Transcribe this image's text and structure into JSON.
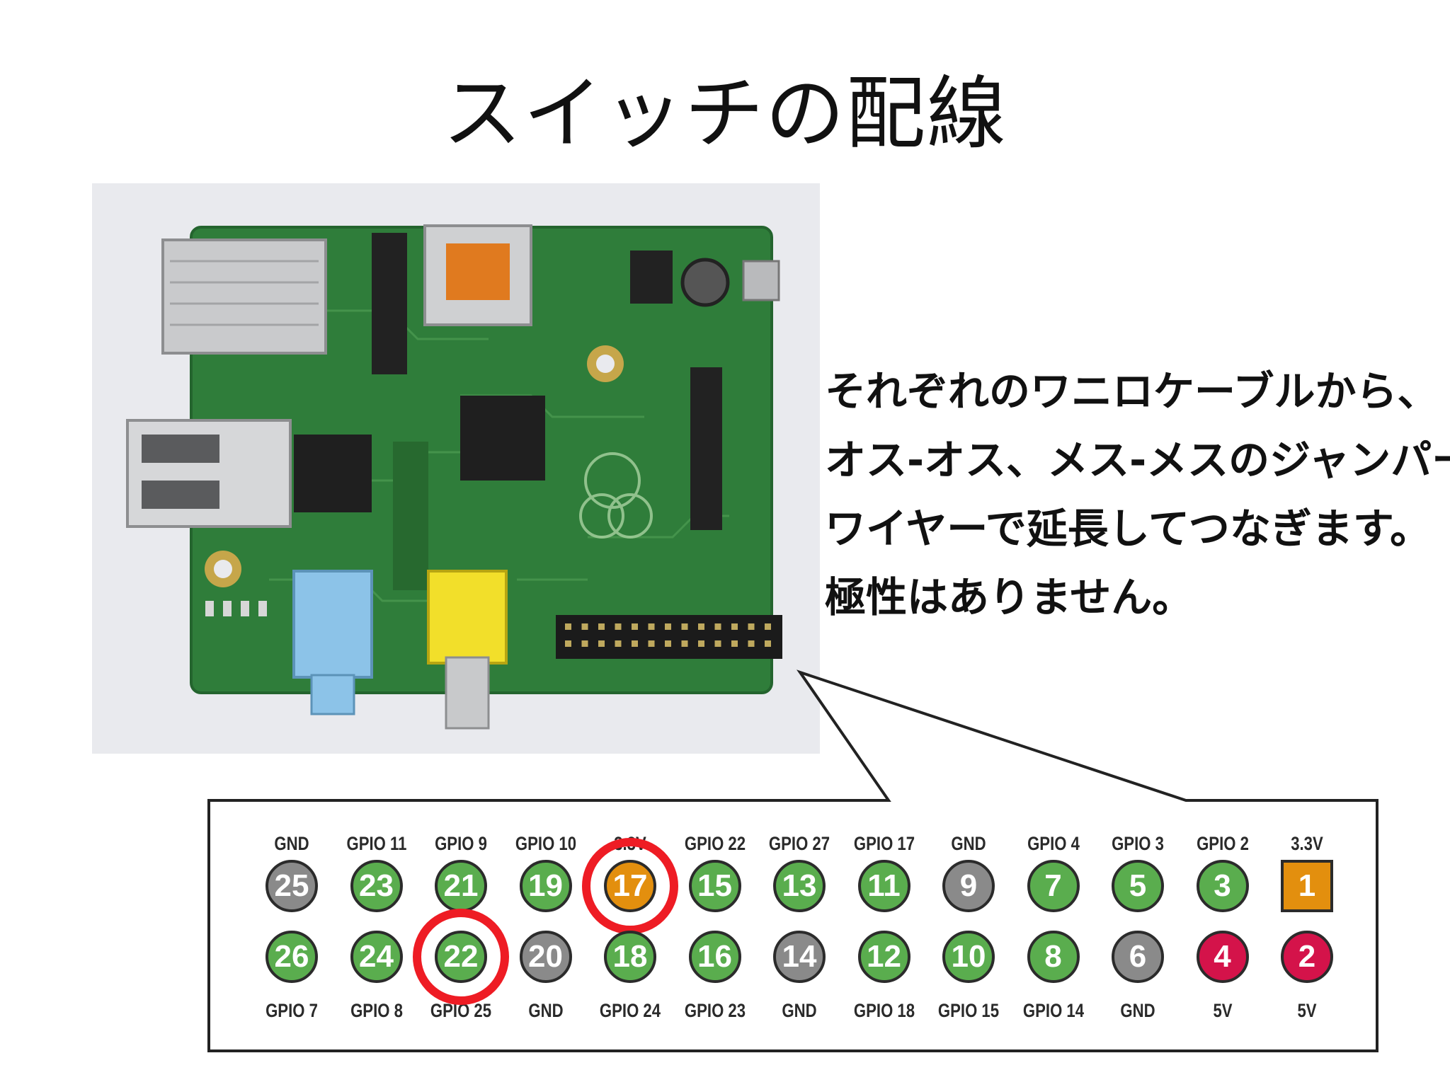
{
  "title": "スイッチの配線",
  "callout_lines": [
    "それぞれのワニロケーブルから、",
    "オス-オス、メス-メスのジャンパー",
    "ワイヤーで延長してつなぎます。",
    "極性はありません。"
  ],
  "colors": {
    "gpio": "#5aad4e",
    "ground": "#8a8a8a",
    "power_3v3": "#e38f0e",
    "power_5v": "#d4134a",
    "highlight": "#ee1c24",
    "pcb": "#2f7d3a"
  },
  "pins": {
    "top": [
      {
        "number": "25",
        "label": "GND",
        "type": "ground"
      },
      {
        "number": "23",
        "label": "GPIO 11",
        "type": "gpio"
      },
      {
        "number": "21",
        "label": "GPIO 9",
        "type": "gpio"
      },
      {
        "number": "19",
        "label": "GPIO 10",
        "type": "gpio"
      },
      {
        "number": "17",
        "label": "3.3V",
        "type": "power_3v3",
        "highlighted": true
      },
      {
        "number": "15",
        "label": "GPIO 22",
        "type": "gpio"
      },
      {
        "number": "13",
        "label": "GPIO 27",
        "type": "gpio"
      },
      {
        "number": "11",
        "label": "GPIO 17",
        "type": "gpio"
      },
      {
        "number": "9",
        "label": "GND",
        "type": "ground"
      },
      {
        "number": "7",
        "label": "GPIO 4",
        "type": "gpio"
      },
      {
        "number": "5",
        "label": "GPIO 3",
        "type": "gpio"
      },
      {
        "number": "3",
        "label": "GPIO 2",
        "type": "gpio"
      },
      {
        "number": "1",
        "label": "3.3V",
        "type": "power_3v3",
        "shape": "square"
      }
    ],
    "bottom": [
      {
        "number": "26",
        "label": "GPIO 7",
        "type": "gpio"
      },
      {
        "number": "24",
        "label": "GPIO 8",
        "type": "gpio"
      },
      {
        "number": "22",
        "label": "GPIO 25",
        "type": "gpio",
        "highlighted": true
      },
      {
        "number": "20",
        "label": "GND",
        "type": "ground"
      },
      {
        "number": "18",
        "label": "GPIO 24",
        "type": "gpio"
      },
      {
        "number": "16",
        "label": "GPIO 23",
        "type": "gpio"
      },
      {
        "number": "14",
        "label": "GND",
        "type": "ground"
      },
      {
        "number": "12",
        "label": "GPIO 18",
        "type": "gpio"
      },
      {
        "number": "10",
        "label": "GPIO 15",
        "type": "gpio"
      },
      {
        "number": "8",
        "label": "GPIO 14",
        "type": "gpio"
      },
      {
        "number": "6",
        "label": "GND",
        "type": "ground"
      },
      {
        "number": "4",
        "label": "5V",
        "type": "power_5v"
      },
      {
        "number": "2",
        "label": "5V",
        "type": "power_5v"
      }
    ]
  }
}
